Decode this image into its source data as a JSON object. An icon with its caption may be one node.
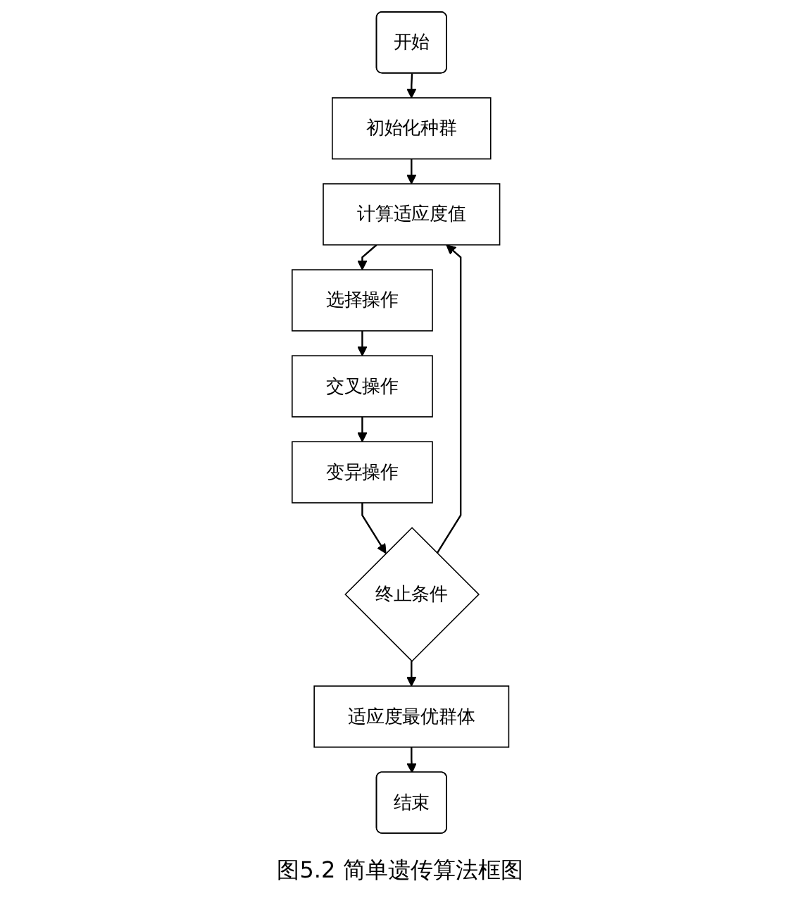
{
  "diagram": {
    "caption": "图5.2 简单遗传算法框图",
    "nodes": [
      {
        "text": [
          "开始"
        ]
      },
      {
        "text": [
          "初始化种群"
        ]
      },
      {
        "text": [
          "计算适应度值"
        ]
      },
      {
        "text": [
          "选择操作"
        ]
      },
      {
        "text": [
          "交叉操作"
        ]
      },
      {
        "text": [
          "变异操作"
        ]
      },
      {
        "text": [
          "终止条件"
        ]
      },
      {
        "text": [
          "适应度最优群体"
        ]
      },
      {
        "text": [
          "结束"
        ]
      }
    ],
    "edges": [
      {
        "from": 0,
        "to": 1,
        "arrow": "to"
      },
      {
        "from": 1,
        "to": 2,
        "arrow": "to"
      },
      {
        "from": 2,
        "to": 3,
        "arrow": "to"
      },
      {
        "from": 3,
        "to": 4,
        "arrow": "to"
      },
      {
        "from": 4,
        "to": 5,
        "arrow": "to"
      },
      {
        "from": 5,
        "to": 6,
        "arrow": "to"
      },
      {
        "from": 6,
        "to": 2,
        "arrow": "to"
      },
      {
        "from": 6,
        "to": 7,
        "arrow": "to"
      },
      {
        "from": 7,
        "to": 8,
        "arrow": "to"
      }
    ]
  }
}
